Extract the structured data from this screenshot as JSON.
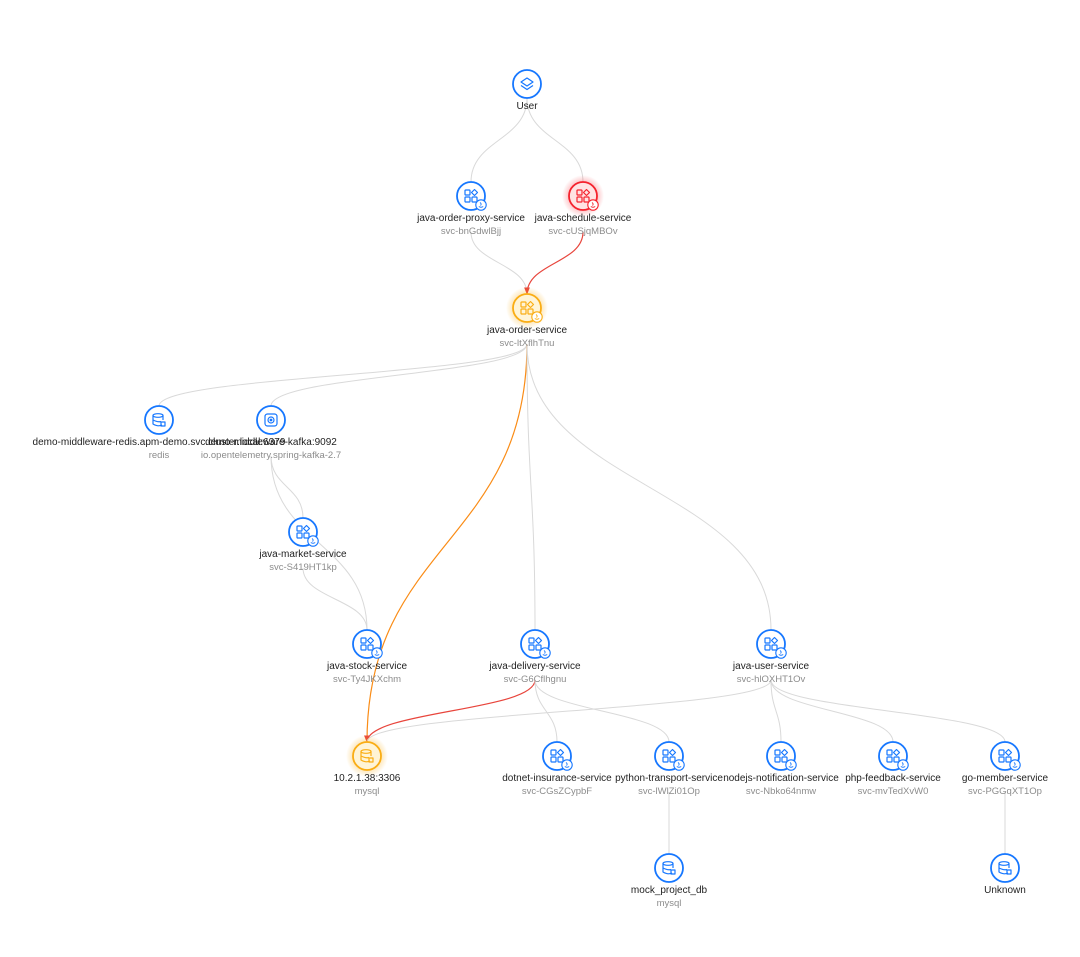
{
  "colors": {
    "normal": "#1677ff",
    "normal_fill": "#e6f0ff",
    "warning": "#faad14",
    "warning_fill": "#fff4d6",
    "error": "#f5222d",
    "error_fill": "#ffe3e3",
    "edge": "#d9d9d9",
    "edge_warning": "#fa8c16",
    "edge_error": "#e8453c",
    "label": "#1f1f1f",
    "sublabel": "#8c8c8c"
  },
  "nodes": [
    {
      "id": "user",
      "name": "User",
      "sub": "",
      "kind": "user-icon",
      "status": "normal"
    },
    {
      "id": "order-proxy",
      "name": "java-order-proxy-service",
      "sub": "svc-bnGdwlBjj",
      "kind": "service-icon",
      "status": "normal"
    },
    {
      "id": "schedule",
      "name": "java-schedule-service",
      "sub": "svc-cUSjqMBOv",
      "kind": "service-icon",
      "status": "error"
    },
    {
      "id": "order",
      "name": "java-order-service",
      "sub": "svc-ltXflhTnu",
      "kind": "service-icon",
      "status": "warning"
    },
    {
      "id": "redis",
      "name": "demo-middleware-redis.apm-demo.svc.cluster.local:6379",
      "sub": "redis",
      "kind": "database-icon",
      "status": "normal"
    },
    {
      "id": "kafka",
      "name": "demo-middleware-kafka:9092",
      "sub": "io.opentelemetry.spring-kafka-2.7",
      "kind": "queue-icon",
      "status": "normal"
    },
    {
      "id": "market",
      "name": "java-market-service",
      "sub": "svc-S419HT1kp",
      "kind": "service-icon",
      "status": "normal"
    },
    {
      "id": "stock",
      "name": "java-stock-service",
      "sub": "svc-Ty4JKXchm",
      "kind": "service-icon",
      "status": "normal"
    },
    {
      "id": "delivery",
      "name": "java-delivery-service",
      "sub": "svc-G6Cflhgnu",
      "kind": "service-icon",
      "status": "normal"
    },
    {
      "id": "user-svc",
      "name": "java-user-service",
      "sub": "svc-hlOXHT1Ov",
      "kind": "service-icon",
      "status": "normal"
    },
    {
      "id": "mysql",
      "name": "10.2.1.38:3306",
      "sub": "mysql",
      "kind": "database-icon",
      "status": "warning"
    },
    {
      "id": "dotnet",
      "name": "dotnet-insurance-service",
      "sub": "svc-CGsZCypbF",
      "kind": "service-icon",
      "status": "normal"
    },
    {
      "id": "python",
      "name": "python-transport-service",
      "sub": "svc-lWlZi01Op",
      "kind": "service-icon",
      "status": "normal"
    },
    {
      "id": "nodejs",
      "name": "nodejs-notification-service",
      "sub": "svc-Nbko64nmw",
      "kind": "service-icon",
      "status": "normal"
    },
    {
      "id": "php",
      "name": "php-feedback-service",
      "sub": "svc-mvTedXvW0",
      "kind": "service-icon",
      "status": "normal"
    },
    {
      "id": "go",
      "name": "go-member-service",
      "sub": "svc-PGGqXT1Op",
      "kind": "service-icon",
      "status": "normal"
    },
    {
      "id": "mockdb",
      "name": "mock_project_db",
      "sub": "mysql",
      "kind": "database-icon",
      "status": "normal"
    },
    {
      "id": "unknown",
      "name": "Unknown",
      "sub": "",
      "kind": "database-icon",
      "status": "normal"
    }
  ],
  "edges": [
    {
      "from": "user",
      "to": "order-proxy",
      "status": "normal"
    },
    {
      "from": "user",
      "to": "schedule",
      "status": "normal"
    },
    {
      "from": "order-proxy",
      "to": "order",
      "status": "normal"
    },
    {
      "from": "schedule",
      "to": "order",
      "status": "error"
    },
    {
      "from": "order",
      "to": "redis",
      "status": "normal"
    },
    {
      "from": "order",
      "to": "kafka",
      "status": "normal"
    },
    {
      "from": "order",
      "to": "mysql",
      "status": "warning"
    },
    {
      "from": "order",
      "to": "delivery",
      "status": "normal"
    },
    {
      "from": "order",
      "to": "user-svc",
      "status": "normal"
    },
    {
      "from": "kafka",
      "to": "market",
      "status": "normal"
    },
    {
      "from": "kafka",
      "to": "stock",
      "status": "normal"
    },
    {
      "from": "market",
      "to": "stock",
      "status": "normal"
    },
    {
      "from": "delivery",
      "to": "mysql",
      "status": "error"
    },
    {
      "from": "delivery",
      "to": "dotnet",
      "status": "normal"
    },
    {
      "from": "delivery",
      "to": "python",
      "status": "normal"
    },
    {
      "from": "user-svc",
      "to": "mysql",
      "status": "normal"
    },
    {
      "from": "user-svc",
      "to": "nodejs",
      "status": "normal"
    },
    {
      "from": "user-svc",
      "to": "php",
      "status": "normal"
    },
    {
      "from": "user-svc",
      "to": "go",
      "status": "normal"
    },
    {
      "from": "python",
      "to": "mockdb",
      "status": "normal"
    },
    {
      "from": "go",
      "to": "unknown",
      "status": "normal"
    }
  ]
}
